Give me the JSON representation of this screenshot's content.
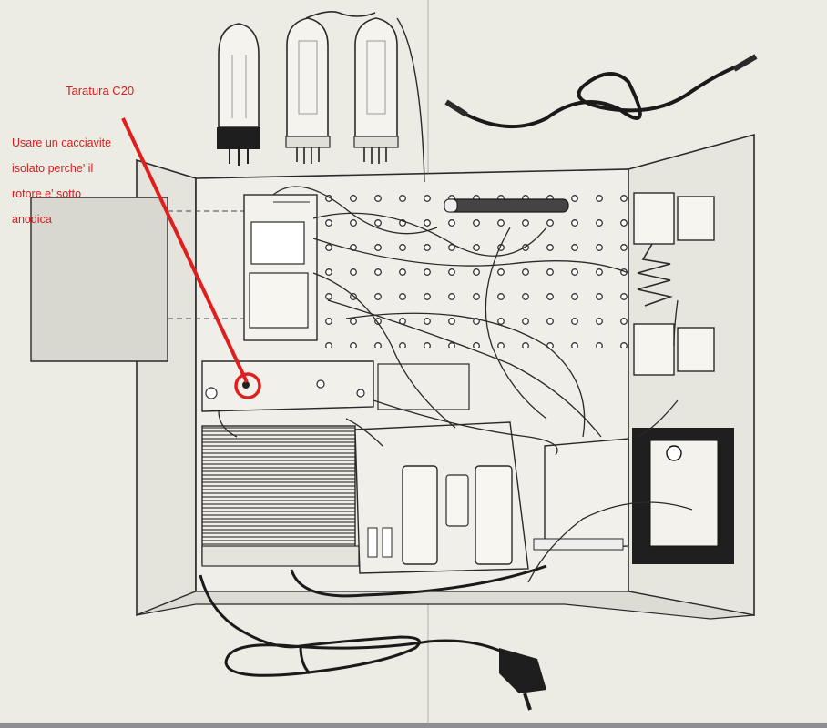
{
  "annotation": {
    "title": "Taratura C20",
    "lines": [
      "Usare un cacciavite",
      "isolato perche' il",
      "rotore e' sotto",
      "anodica"
    ],
    "color": "#d42020"
  },
  "colors": {
    "paper": "#ecebe4",
    "line": "#2a2a2a",
    "chassis": "#e8e7e0"
  },
  "icons": [
    "vacuum-tube-icon",
    "power-plug-icon",
    "coaxial-connector-icon"
  ]
}
